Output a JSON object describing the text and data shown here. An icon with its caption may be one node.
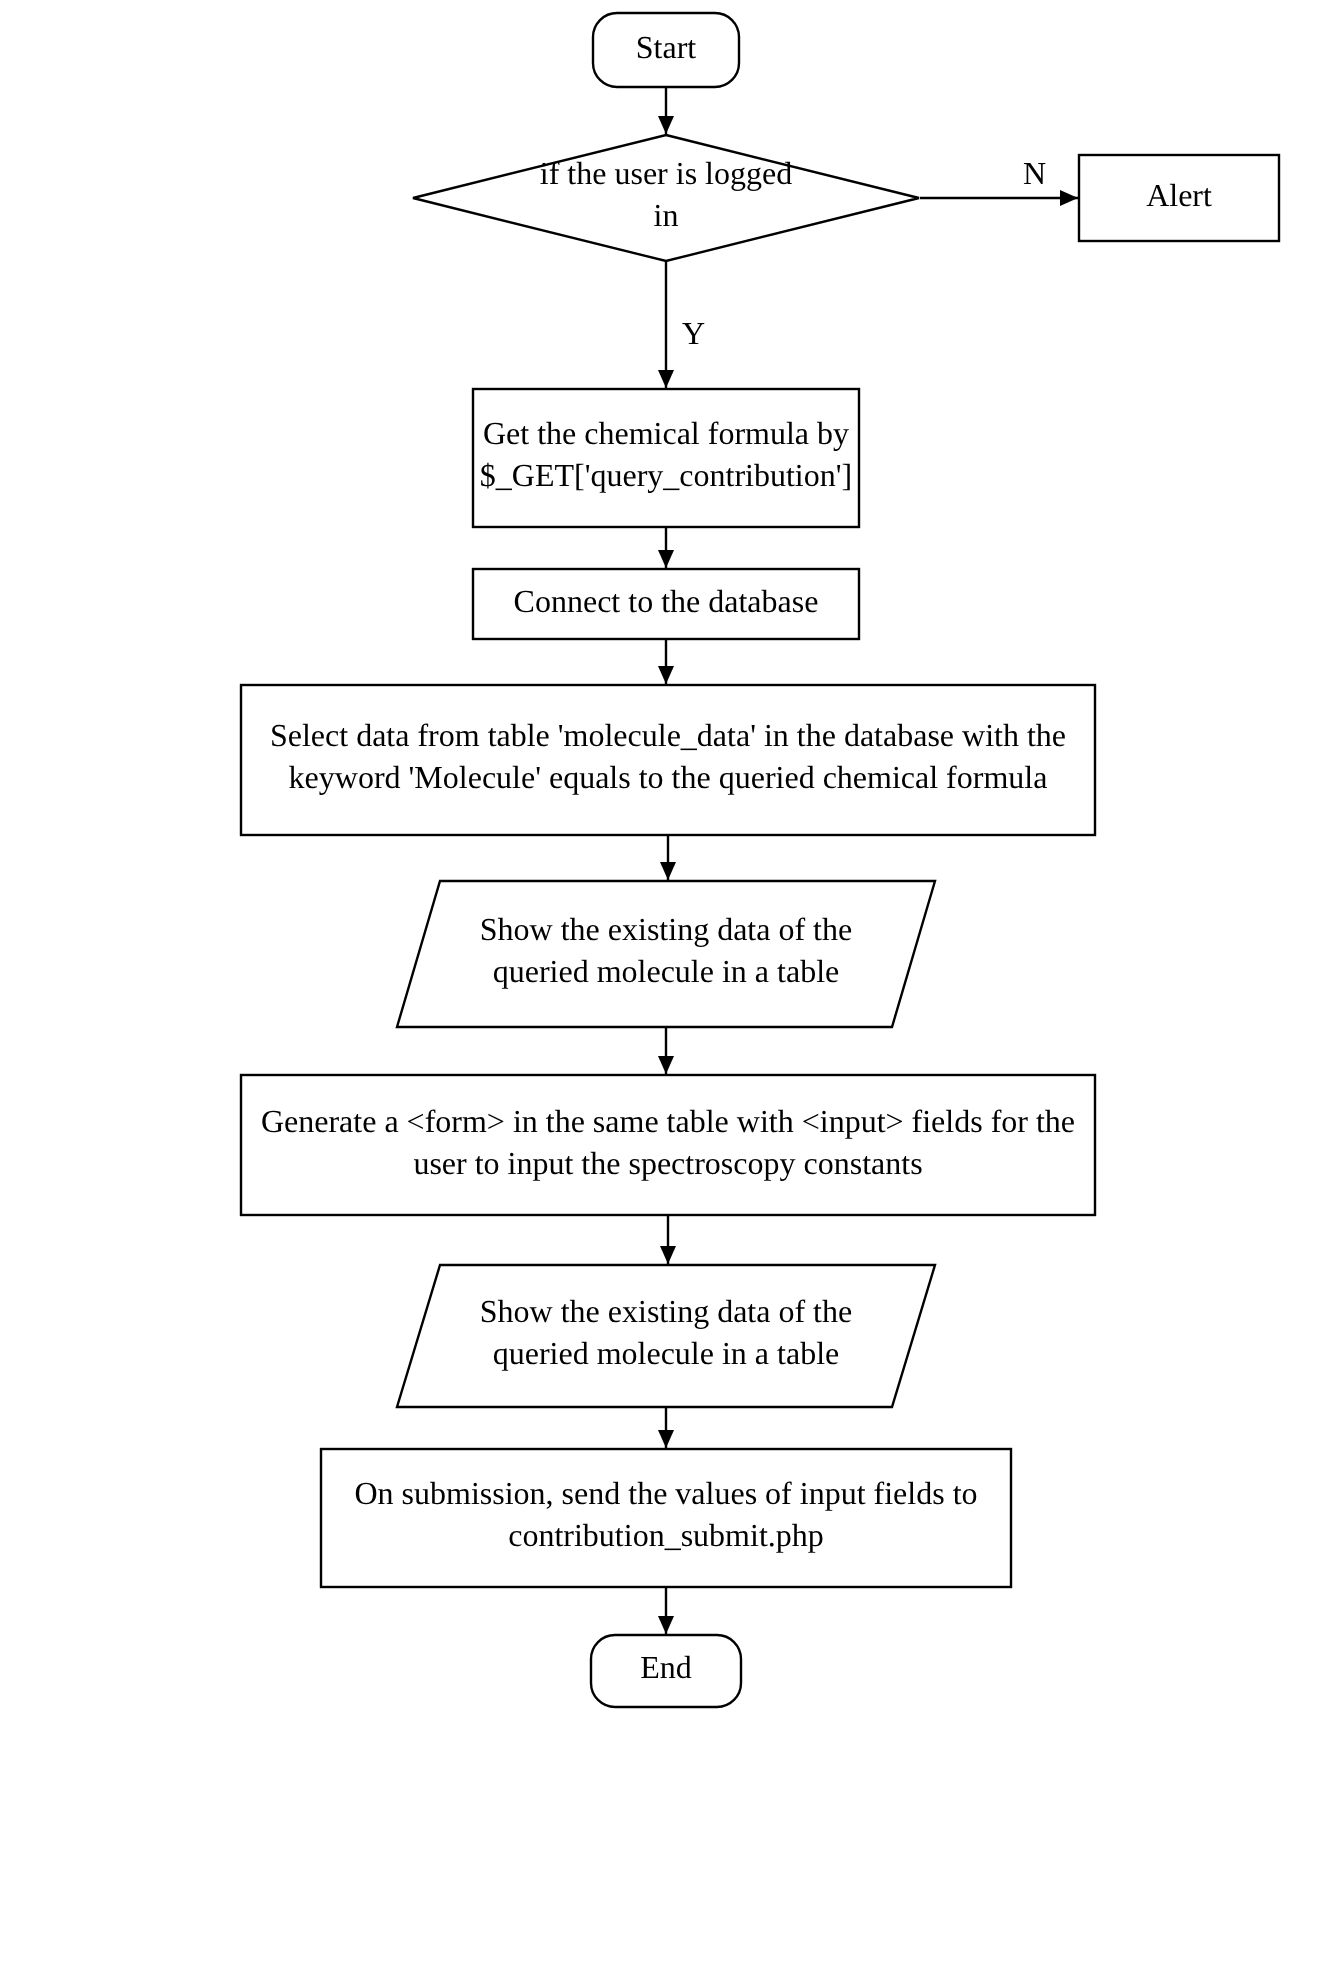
{
  "diagram": {
    "nodes": [
      {
        "text": [
          "Start"
        ]
      },
      {
        "text": [
          "if the user is logged in"
        ]
      },
      {
        "text": [
          "Alert"
        ]
      },
      {
        "text": [
          "Get the chemical formula by $_GET['query_contribution']"
        ]
      },
      {
        "text": [
          "Connect to the database"
        ]
      },
      {
        "text": [
          "Select data from table 'molecule_data' in the database with the keyword 'Molecule' equals to the queried chemical formula"
        ]
      },
      {
        "text": [
          "Show the existing data of the queried molecule in a table"
        ]
      },
      {
        "text": [
          "Generate a <form> in the same table with <input> fields for the user to input the spectroscopy constants"
        ]
      },
      {
        "text": [
          "Show the existing data of the queried molecule in a table"
        ]
      },
      {
        "text": [
          "On submission, send the values of input fields to contribution_submit.php"
        ]
      },
      {
        "text": [
          "End"
        ]
      }
    ],
    "edges": [
      {
        "from": 0,
        "to": 1,
        "arrow": "to"
      },
      {
        "from": 1,
        "to": 2,
        "arrow": "to",
        "label": "N"
      },
      {
        "from": 1,
        "to": 3,
        "arrow": "to",
        "label": "Y"
      },
      {
        "from": 3,
        "to": 4,
        "arrow": "to"
      },
      {
        "from": 4,
        "to": 5,
        "arrow": "to"
      },
      {
        "from": 5,
        "to": 6,
        "arrow": "to"
      },
      {
        "from": 6,
        "to": 7,
        "arrow": "to"
      },
      {
        "from": 7,
        "to": 8,
        "arrow": "to"
      },
      {
        "from": 8,
        "to": 9,
        "arrow": "to"
      },
      {
        "from": 9,
        "to": 10,
        "arrow": "to"
      }
    ]
  }
}
